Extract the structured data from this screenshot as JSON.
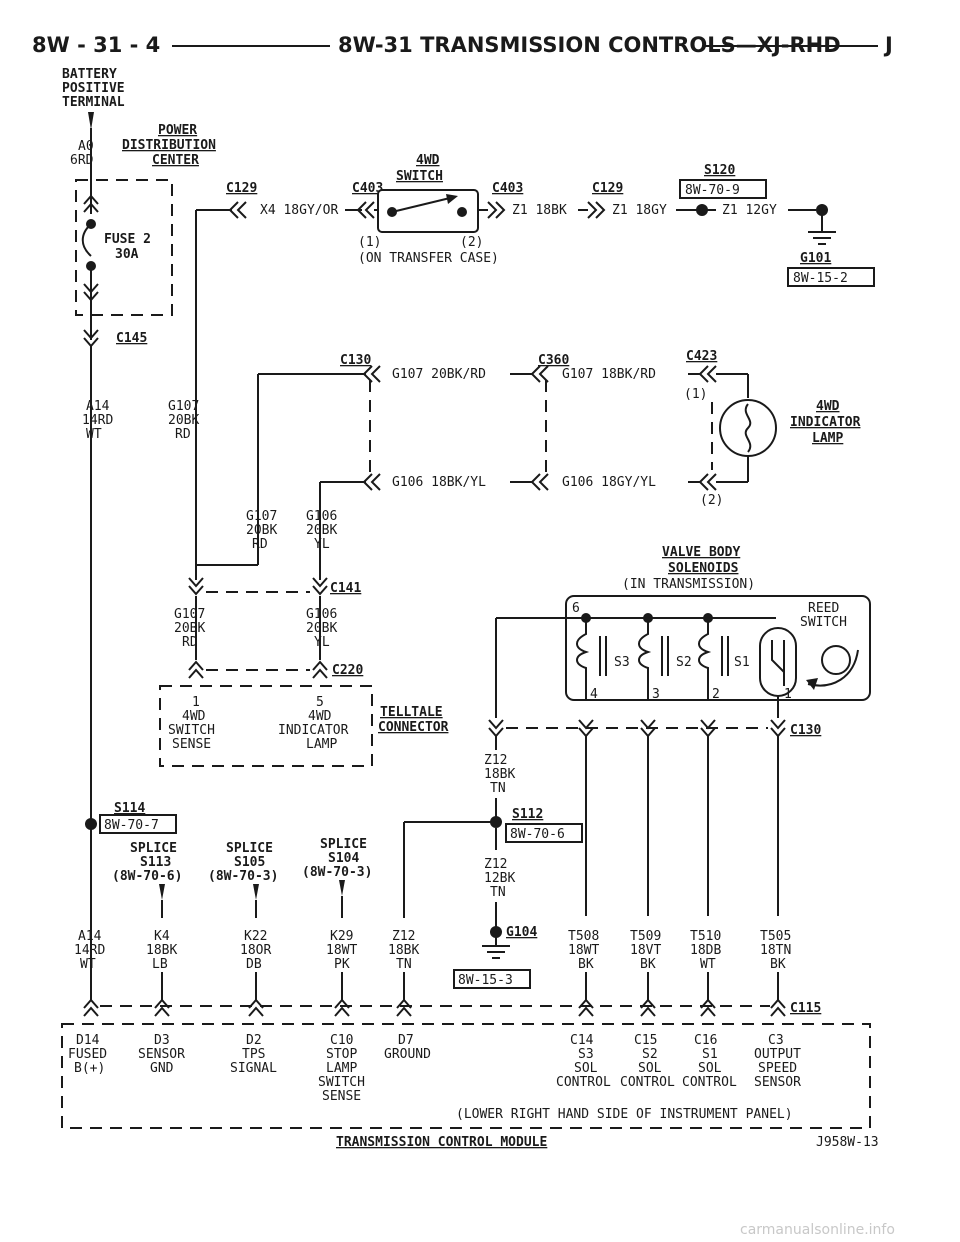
{
  "header": {
    "left": "8W - 31 - 4",
    "center": "8W-31 TRANSMISSION CONTROLS—XJ-RHD",
    "right": "J"
  },
  "battery": {
    "line1": "BATTERY",
    "line2": "POSITIVE",
    "line3": "TERMINAL"
  },
  "pdc": {
    "title1": "POWER",
    "title2": "DISTRIBUTION",
    "title3": "CENTER",
    "pin": "A0",
    "color": "6RD",
    "fuse": "FUSE 2",
    "amp": "30A"
  },
  "connectors": {
    "c145": "C145",
    "c129a": "C129",
    "c403a": "C403",
    "c403b": "C403",
    "c129b": "C129",
    "c130a": "C130",
    "c360": "C360",
    "c423": "C423",
    "c141": "C141",
    "c220": "C220",
    "c130b": "C130",
    "c115": "C115"
  },
  "switch4wd": {
    "title1": "4WD",
    "title2": "SWITCH",
    "pin1": "(1)",
    "pin2": "(2)",
    "note": "(ON TRANSFER CASE)"
  },
  "splices": {
    "s120": "S120",
    "s120ref": "8W-70-9",
    "g101": "G101",
    "g101ref": "8W-15-2",
    "s114": "S114",
    "s114ref": "8W-70-7",
    "s112": "S112",
    "s112ref": "8W-70-6",
    "g104": "G104",
    "g104ref": "8W-15-3"
  },
  "wires": {
    "x4": "X4 18GY/OR",
    "z1a": "Z1 18BK",
    "z1b": "Z1 18GY",
    "z1c": "Z1 12GY",
    "g107a": "G107 20BK/RD",
    "g107b": "G107 18BK/RD",
    "g106a": "G106 18BK/YL",
    "g106b": "G106 18GY/YL",
    "a14_1": "A14",
    "a14_2": "14RD",
    "a14_3": "WT",
    "g107v_1": "G107",
    "g107v_2": "20BK",
    "g107v_3": "RD",
    "g107c_1": "G107",
    "g107c_2": "20BK",
    "g107c_3": "RD",
    "g106c_1": "G106",
    "g106c_2": "20BK",
    "g106c_3": "YL",
    "g107d_1": "G107",
    "g107d_2": "20BK",
    "g107d_3": "RD",
    "g106d_1": "G106",
    "g106d_2": "20BK",
    "g106d_3": "YL",
    "z12a_1": "Z12",
    "z12a_2": "18BK",
    "z12a_3": "TN",
    "z12b_1": "Z12",
    "z12b_2": "12BK",
    "z12b_3": "TN"
  },
  "indicator": {
    "title1": "4WD",
    "title2": "INDICATOR",
    "title3": "LAMP",
    "pin1": "(1)",
    "pin2": "(2)"
  },
  "valve": {
    "title1": "VALVE BODY",
    "title2": "SOLENOIDS",
    "note": "(IN TRANSMISSION)",
    "reed1": "REED",
    "reed2": "SWITCH",
    "s3": "S3",
    "s2": "S2",
    "s1": "S1",
    "p6": "6",
    "p4": "4",
    "p3": "3",
    "p2": "2",
    "p1": "1"
  },
  "telltale": {
    "title1": "TELLTALE",
    "title2": "CONNECTOR",
    "p1": "1",
    "p1a": "4WD",
    "p1b": "SWITCH",
    "p1c": "SENSE",
    "p5": "5",
    "p5a": "4WD",
    "p5b": "INDICATOR",
    "p5c": "LAMP"
  },
  "splicerefs": {
    "s113a": "SPLICE",
    "s113b": "S113",
    "s113c": "(8W-70-6)",
    "s105a": "SPLICE",
    "s105b": "S105",
    "s105c": "(8W-70-3)",
    "s104a": "SPLICE",
    "s104b": "S104",
    "s104c": "(8W-70-3)"
  },
  "bottomwires": [
    {
      "a": "A14",
      "b": "14RD",
      "c": "WT"
    },
    {
      "a": "K4",
      "b": "18BK",
      "c": "LB"
    },
    {
      "a": "K22",
      "b": "18OR",
      "c": "DB"
    },
    {
      "a": "K29",
      "b": "18WT",
      "c": "PK"
    },
    {
      "a": "Z12",
      "b": "18BK",
      "c": "TN"
    },
    {
      "a": "T508",
      "b": "18WT",
      "c": "BK"
    },
    {
      "a": "T509",
      "b": "18VT",
      "c": "BK"
    },
    {
      "a": "T510",
      "b": "18DB",
      "c": "WT"
    },
    {
      "a": "T505",
      "b": "18TN",
      "c": "BK"
    }
  ],
  "tcm": {
    "pins": [
      {
        "a": "D14",
        "b": "FUSED",
        "c": "B(+)",
        "d": ""
      },
      {
        "a": "D3",
        "b": "SENSOR",
        "c": "GND",
        "d": ""
      },
      {
        "a": "D2",
        "b": "TPS",
        "c": "SIGNAL",
        "d": ""
      },
      {
        "a": "C10",
        "b": "STOP",
        "c": "LAMP",
        "d": "SWITCH",
        "e": "SENSE"
      },
      {
        "a": "D7",
        "b": "GROUND",
        "c": "",
        "d": ""
      },
      {
        "a": "C14",
        "b": "S3",
        "c": "SOL",
        "d": "CONTROL"
      },
      {
        "a": "C15",
        "b": "S2",
        "c": "SOL",
        "d": "CONTROL"
      },
      {
        "a": "C16",
        "b": "S1",
        "c": "SOL",
        "d": "CONTROL"
      },
      {
        "a": "C3",
        "b": "OUTPUT",
        "c": "SPEED",
        "d": "SENSOR"
      }
    ],
    "note": "(LOWER RIGHT HAND SIDE OF INSTRUMENT PANEL)",
    "title": "TRANSMISSION CONTROL MODULE",
    "figure_id": "J958W-13"
  },
  "footer": {
    "watermark": "carmanualsonline.info"
  }
}
